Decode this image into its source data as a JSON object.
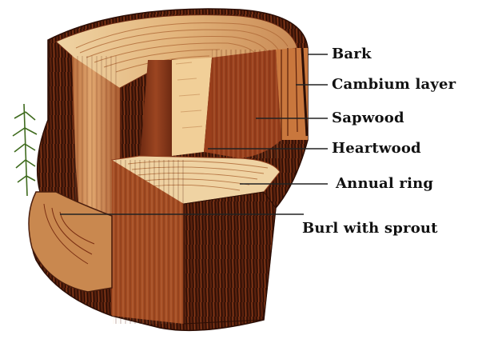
{
  "labels": {
    "bark": "Bark",
    "cambium": "Cambium layer",
    "sapwood": "Sapwood",
    "heartwood": "Heartwood",
    "annual_ring": "Annual ring",
    "burl": "Burl with sprout"
  },
  "colors": {
    "bark_dark": "#4a1d0c",
    "bark_mid": "#7a2e12",
    "sapwood": "#c98a55",
    "heartwood": "#8c3a1a",
    "ring_light": "#efd3a3",
    "sprout": "#3f6b1e",
    "leader": "#222222"
  }
}
